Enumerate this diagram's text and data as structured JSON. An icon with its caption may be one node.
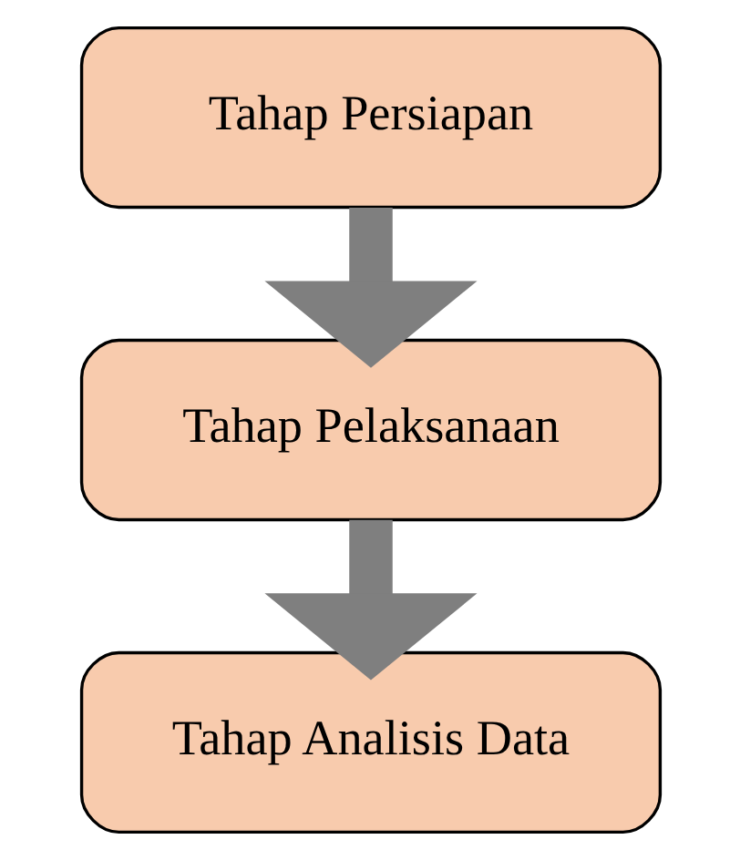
{
  "diagram": {
    "nodes": [
      {
        "text": [
          "Tahap Persiapan"
        ]
      },
      {
        "text": [
          "Tahap Pelaksanaan"
        ]
      },
      {
        "text": [
          "Tahap Analisis Data"
        ]
      }
    ],
    "edges": [
      {
        "from": 0,
        "to": 1,
        "arrow": "to"
      },
      {
        "from": 1,
        "to": 2,
        "arrow": "to"
      }
    ]
  }
}
